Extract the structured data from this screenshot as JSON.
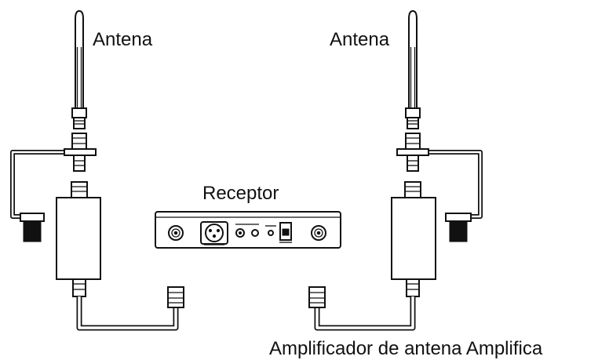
{
  "labels": {
    "antenna_left": "Antena",
    "antenna_right": "Antena",
    "receiver": "Receptor",
    "amplifier": "Amplificador de antena Amplifica"
  }
}
